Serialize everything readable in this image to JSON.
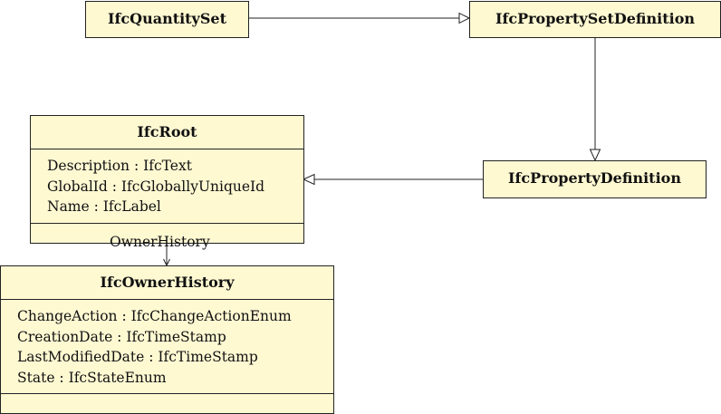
{
  "classes": {
    "quantity_set": {
      "name": "IfcQuantitySet"
    },
    "property_set_definition": {
      "name": "IfcPropertySetDefinition"
    },
    "property_definition": {
      "name": "IfcPropertyDefinition"
    },
    "root": {
      "name": "IfcRoot",
      "attributes": [
        "Description : IfcText",
        "GlobalId : IfcGloballyUniqueId",
        "Name : IfcLabel"
      ]
    },
    "owner_history": {
      "name": "IfcOwnerHistory",
      "attributes": [
        "ChangeAction : IfcChangeActionEnum",
        "CreationDate : IfcTimeStamp",
        "LastModifiedDate : IfcTimeStamp",
        "State : IfcStateEnum"
      ]
    }
  },
  "associations": {
    "owner_history_label": "OwnerHistory"
  }
}
